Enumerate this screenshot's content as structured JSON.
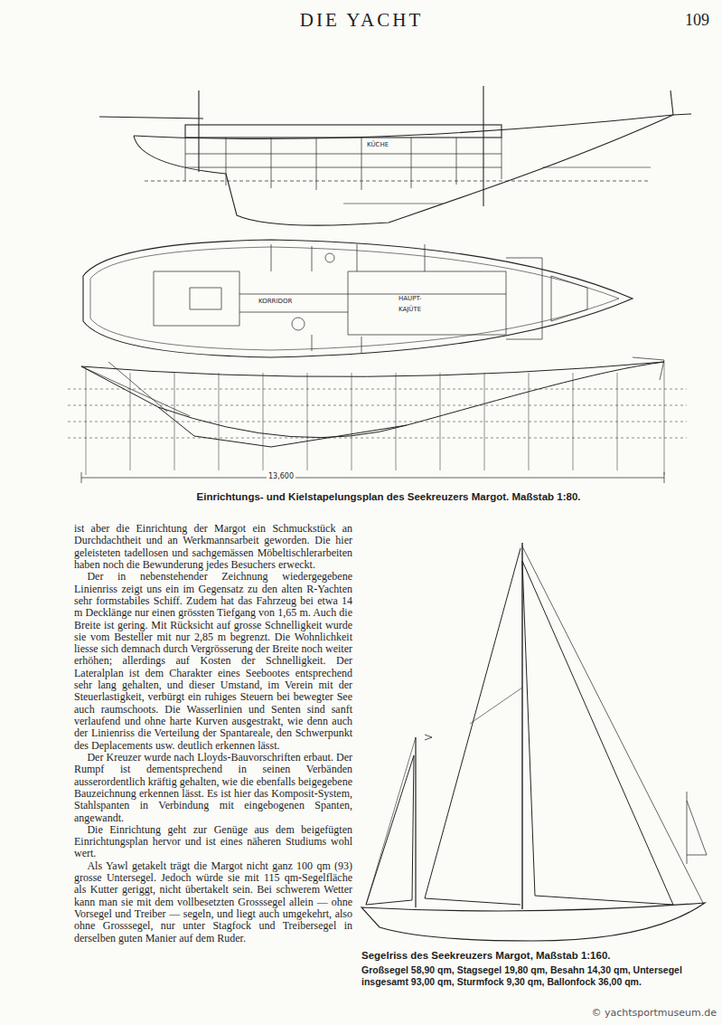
{
  "diagram": {
    "title": "DIE YACHT",
    "caption": "Einrichtungs- und Kielstapelungsplan des Seekreuzers Margot. Maßstab 1:80.",
    "labels": [
      "109",
      "ist aber die Einrichtung der Margot ein Schmuckstück an Durchdachtheit und an Werkmannsarbeit geworden. Die hier geleisteten tadellosen und sachgemässen Möbeltischlerarbeiten haben noch die Bewunderung jedes Besuchers erweckt.",
      "Der in nebenstehender Zeichnung wiedergegebene Linienriss zeigt uns ein im Gegensatz zu den alten R-Yachten sehr formstabiles Schiff. Zudem hat das Fahrzeug bei etwa 14 m Decklänge nur einen grössten Tiefgang von 1,65 m. Auch die Breite ist gering. Mit Rücksicht auf grosse Schnelligkeit wurde sie vom Besteller mit nur 2,85 m begrenzt. Die Wohnlichkeit liesse sich demnach durch Vergrösserung der Breite noch weiter erhöhen; allerdings auf Kosten der Schnelligkeit. Der Lateralplan ist dem Charakter eines Seebootes entsprechend sehr lang gehalten, und dieser Umstand, im Verein mit der Steuerlastigkeit, verbürgt ein ruhiges Steuern bei bewegter See auch raumschoots. Die Wasserlinien und Senten sind sanft verlaufend und ohne harte Kurven ausgestrakt, wie denn auch der Linienriss die Verteilung der Spantareale, den Schwerpunkt des Deplacements usw. deutlich erkennen lässt.",
      "Der Kreuzer wurde nach Lloyds-Bauvorschriften erbaut. Der Rumpf ist dementsprechend in seinen Verbänden ausserordentlich kräftig gehalten, wie die ebenfalls beigegebene Bauzeichnung erkennen lässt. Es ist hier das Komposit-System, Stahlspanten in Verbindung mit eingebogenen Spanten, angewandt.",
      "Die Einrichtung geht zur Genüge aus dem beigefügten Einrichtungsplan hervor und ist eines näheren Studiums wohl wert.",
      "Als Yawl getakelt trägt die Margot nicht ganz 100 qm (93) grosse Untersegel. Jedoch würde sie mit 115 qm-Segelfläche als Kutter geriggt, nicht übertakelt sein. Bei schwerem Wetter kann man sie mit dem vollbesetzten Grosssegel allein — ohne Vorsegel und Treiber — segeln, und liegt auch umgekehrt, also ohne Grosssegel, nur unter Stagfock und Treibersegel in derselben guten Manier auf dem Ruder.",
      "Segelriss des Seekreuzers Margot, Maßstab 1:160.",
      "Großsegel 58,90 qm, Stagsegel 19,80 qm, Besahn 14,30 qm, Untersegel insgesamt 93,00 qm, Sturmfock 9,30 qm, Ballonfock 36,00 qm.",
      "© yachtsportmuseum.de",
      "KÜCHE",
      "KORRIDOR",
      "HAUPT-",
      "KAJÜTE",
      "13,600"
    ]
  }
}
